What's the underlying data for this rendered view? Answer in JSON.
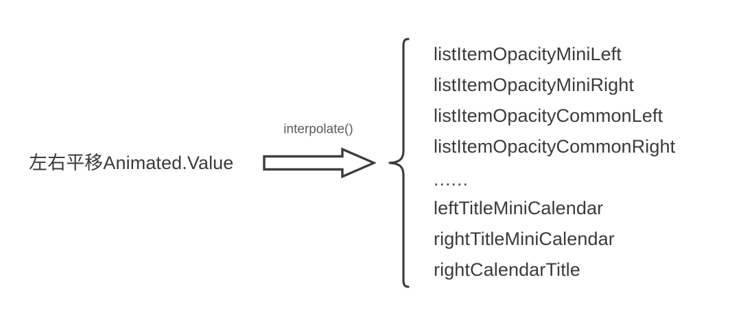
{
  "diagram": {
    "source": {
      "label": "左右平移Animated.Value"
    },
    "edge": {
      "label": "interpolate()",
      "arrow_icon": "right-block-arrow-icon"
    },
    "group": {
      "brace_icon": "left-curly-brace-icon",
      "items": [
        {
          "label": "listItemOpacityMiniLeft"
        },
        {
          "label": "listItemOpacityMiniRight"
        },
        {
          "label": "listItemOpacityCommonLeft"
        },
        {
          "label": "listItemOpacityCommonRight"
        },
        {
          "label": "......"
        },
        {
          "label": "leftTitleMiniCalendar"
        },
        {
          "label": "rightTitleMiniCalendar"
        },
        {
          "label": "rightCalendarTitle"
        }
      ]
    },
    "colors": {
      "background": "#ffffff",
      "text": "#3a3a3a",
      "edge_label_text": "#58595b",
      "stroke": "#3c3c3c"
    }
  }
}
